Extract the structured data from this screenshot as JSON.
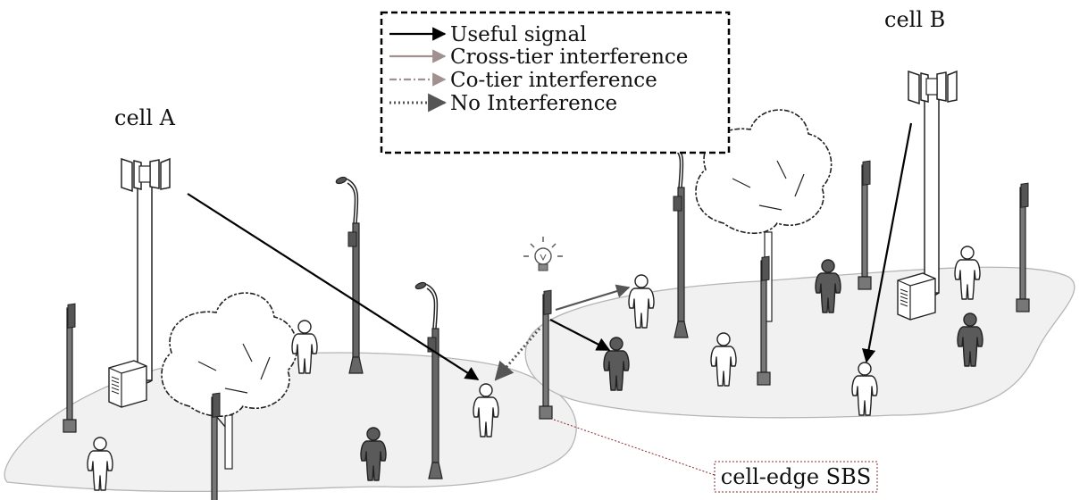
{
  "labels": {
    "cell_a": "cell A",
    "cell_b": "cell B",
    "cell_edge_sbs": "cell-edge SBS"
  },
  "legend": {
    "items": [
      {
        "label": "Useful signal",
        "style": "solid",
        "color": "#000000"
      },
      {
        "label": "Cross-tier interference",
        "style": "solid",
        "color": "#a09090"
      },
      {
        "label": "Co-tier interference",
        "style": "dashdot",
        "color": "#a09090"
      },
      {
        "label": "No Interference",
        "style": "dotted",
        "color": "#555555"
      }
    ]
  },
  "colors": {
    "ground_fill": "#f1f1f1",
    "ground_stroke": "#b5b5b5",
    "light_user": "#ffffff",
    "dark_user": "#5a5a5a",
    "sbs_label_border": "#8b2c2c"
  },
  "icons": [
    "macro-tower-icon",
    "street-lamp-icon",
    "tree-icon",
    "user-icon",
    "light-bulb-icon",
    "cabinet-icon",
    "sbs-pole-icon"
  ]
}
